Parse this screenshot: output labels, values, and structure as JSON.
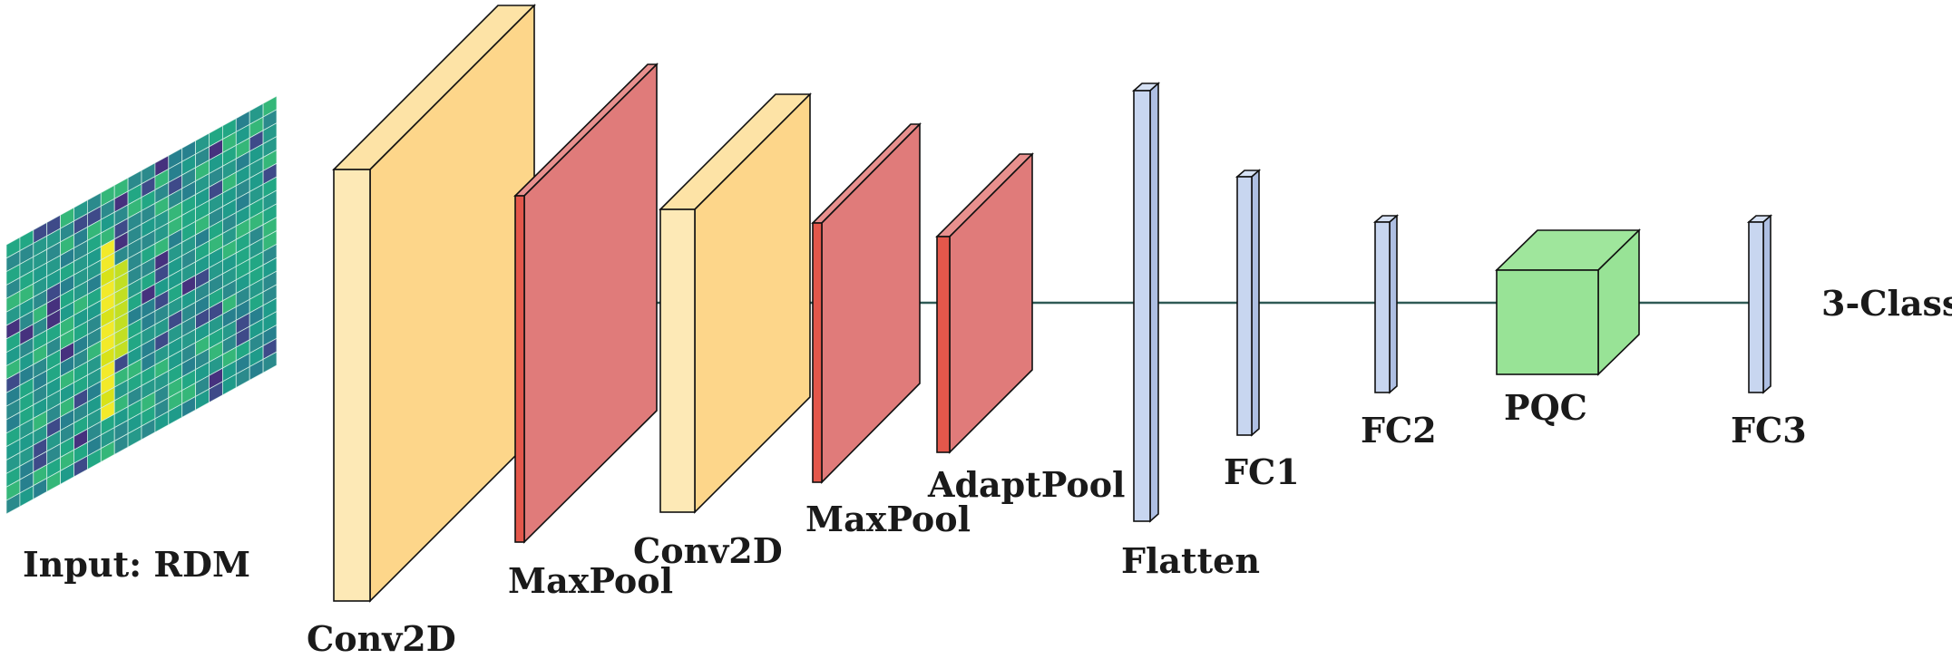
{
  "diagram": {
    "input_label": "Input: RDM",
    "output_label": "3-Class",
    "layers": [
      {
        "id": "conv1",
        "type": "conv",
        "label": "Conv2D"
      },
      {
        "id": "pool1",
        "type": "pool",
        "label": "MaxPool"
      },
      {
        "id": "conv2",
        "type": "conv",
        "label": "Conv2D"
      },
      {
        "id": "pool2",
        "type": "pool",
        "label": "MaxPool"
      },
      {
        "id": "apool",
        "type": "pool",
        "label": "AdaptPool"
      },
      {
        "id": "flatten",
        "type": "fc",
        "label": "Flatten"
      },
      {
        "id": "fc1",
        "type": "fc",
        "label": "FC1"
      },
      {
        "id": "fc2",
        "type": "fc",
        "label": "FC2"
      },
      {
        "id": "pqc",
        "type": "quantum",
        "label": "PQC"
      },
      {
        "id": "fc3",
        "type": "fc",
        "label": "FC3"
      }
    ],
    "colors": {
      "conv_front": "#fde9b6",
      "conv_side": "#fdd68a",
      "conv_top": "#fde3a6",
      "pool_front": "#e3574b",
      "pool_side": "#e07b7a",
      "pool_top": "#e8908e",
      "fc_front": "#c8d6f0",
      "fc_side": "#aebfe3",
      "fc_top": "#d6e1f4",
      "pqc_front": "#98e396",
      "pqc_side": "#98e396",
      "pqc_top": "#9fe69c",
      "connector": "#2f5a55"
    }
  }
}
